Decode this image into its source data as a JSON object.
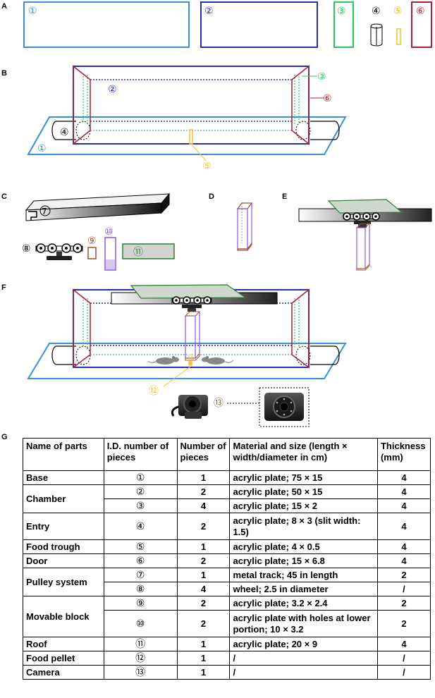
{
  "panels": {
    "a": "A",
    "b": "B",
    "c": "C",
    "d": "D",
    "e": "E",
    "f": "F",
    "g": "G"
  },
  "part_numbers": {
    "p1": "①",
    "p2": "②",
    "p3": "③",
    "p4": "④",
    "p5": "⑤",
    "p6": "⑥",
    "p7": "7",
    "p8": "⑧",
    "p9": "⑨",
    "p10": "⑩",
    "p11": "⑪",
    "p12": "⑫",
    "p13": "⑬"
  },
  "colors": {
    "base_blue": "#3a8fd6",
    "chamber_blue": "#2233aa",
    "wall_green": "#22cc55",
    "door_red": "#aa2233",
    "trough_yellow": "#f2c230",
    "block_purple": "#8855dd",
    "block_brown": "#a0522d",
    "roof_green": "#2e7d32",
    "roof_gray": "#c8c8c8"
  },
  "table": {
    "headers": [
      "Name of parts",
      "I.D. number of  pieces",
      "Number of  pieces",
      "Material and size (length × width/diameter in cm)",
      "Thickness (mm)"
    ],
    "rows": [
      {
        "name": "Base",
        "id": "①",
        "count": "1",
        "material": "acrylic plate; 75 × 15",
        "thickness": "4"
      },
      {
        "name": "Chamber",
        "id": "②",
        "count": "2",
        "material": "acrylic plate; 50 × 15",
        "thickness": "4"
      },
      {
        "name": "",
        "id": "③",
        "count": "4",
        "material": "acrylic plate; 15 × 2",
        "thickness": "4"
      },
      {
        "name": "Entry",
        "id": "④",
        "count": "2",
        "material": "acrylic plate; 8 × 3 (slit width: 1.5)",
        "thickness": "4"
      },
      {
        "name": "Food trough",
        "id": "⑤",
        "count": "1",
        "material": "acrylic plate; 4 × 0.5",
        "thickness": "4"
      },
      {
        "name": "Door",
        "id": "⑥",
        "count": "2",
        "material": "acrylic plate; 15 × 6.8",
        "thickness": "4"
      },
      {
        "name": "Pulley system",
        "id": "⑦",
        "count": "1",
        "material": "metal track; 45 in length",
        "thickness": "2"
      },
      {
        "name": "",
        "id": "⑧",
        "count": "4",
        "material": "wheel; 2.5 in diameter",
        "thickness": "/"
      },
      {
        "name": "Movable block",
        "id": "⑨",
        "count": "2",
        "material": "acrylic plate; 3.2 × 2.4",
        "thickness": "2"
      },
      {
        "name": "",
        "id": "⑩",
        "count": "2",
        "material": "acrylic plate with holes at lower portion; 10 × 3.2",
        "thickness": "2"
      },
      {
        "name": "Roof",
        "id": "⑪",
        "count": "1",
        "material": "acrylic plate; 20 × 9",
        "thickness": "4"
      },
      {
        "name": "Food pellet",
        "id": "⑫",
        "count": "1",
        "material": "/",
        "thickness": "/"
      },
      {
        "name": "Camera",
        "id": "⑬",
        "count": "1",
        "material": "/",
        "thickness": "/"
      }
    ]
  }
}
